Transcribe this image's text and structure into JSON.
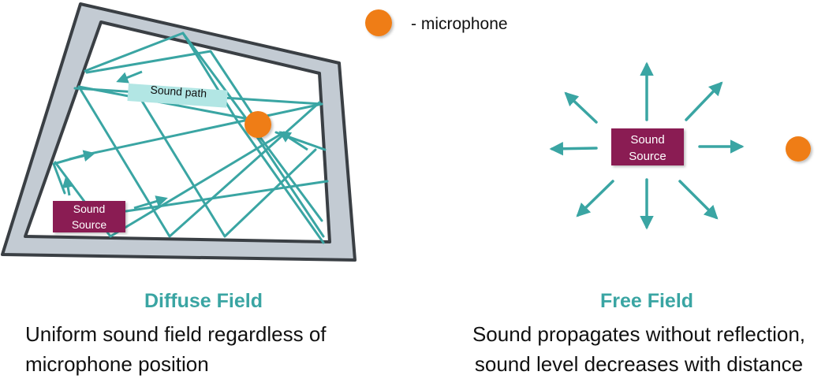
{
  "legend": {
    "marker": "microphone-dot",
    "label": "- microphone"
  },
  "diffuse": {
    "path_label": "Sound path",
    "source_line1": "Sound",
    "source_line2": "Source",
    "title": "Diffuse Field",
    "desc_line1": "Uniform sound field regardless of",
    "desc_line2": "microphone position"
  },
  "free": {
    "source_line1": "Sound",
    "source_line2": "Source",
    "title": "Free Field",
    "desc_line1": "Sound propagates without reflection,",
    "desc_line2": "sound level decreases with distance"
  },
  "colors": {
    "teal": "#3aa5a3",
    "orange": "#ef7d14",
    "maroon": "#8a1c52",
    "wall": "#c3cbd3",
    "label_bg": "#b2e6e4"
  }
}
